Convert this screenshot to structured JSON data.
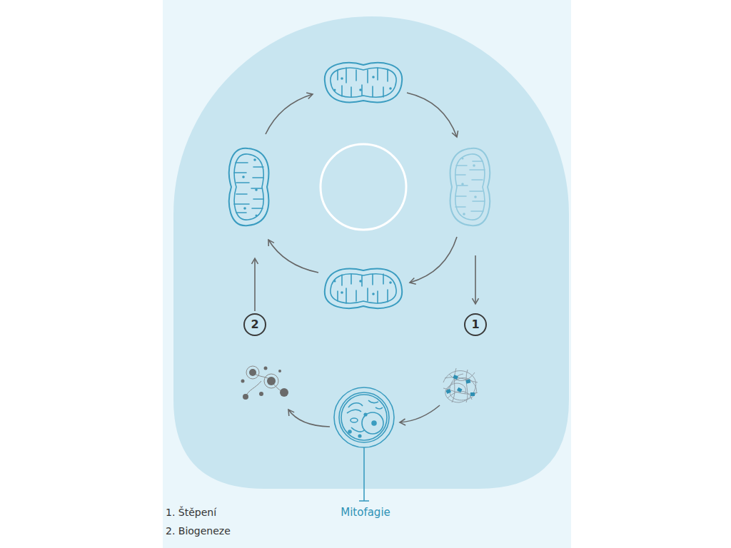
{
  "diagram": {
    "nodes": [
      {
        "text": [
          "1"
        ]
      },
      {
        "text": [
          "2"
        ]
      }
    ],
    "labels": [
      "Mitofagie",
      "1. Štěpení",
      "2. Biogeneze"
    ]
  }
}
